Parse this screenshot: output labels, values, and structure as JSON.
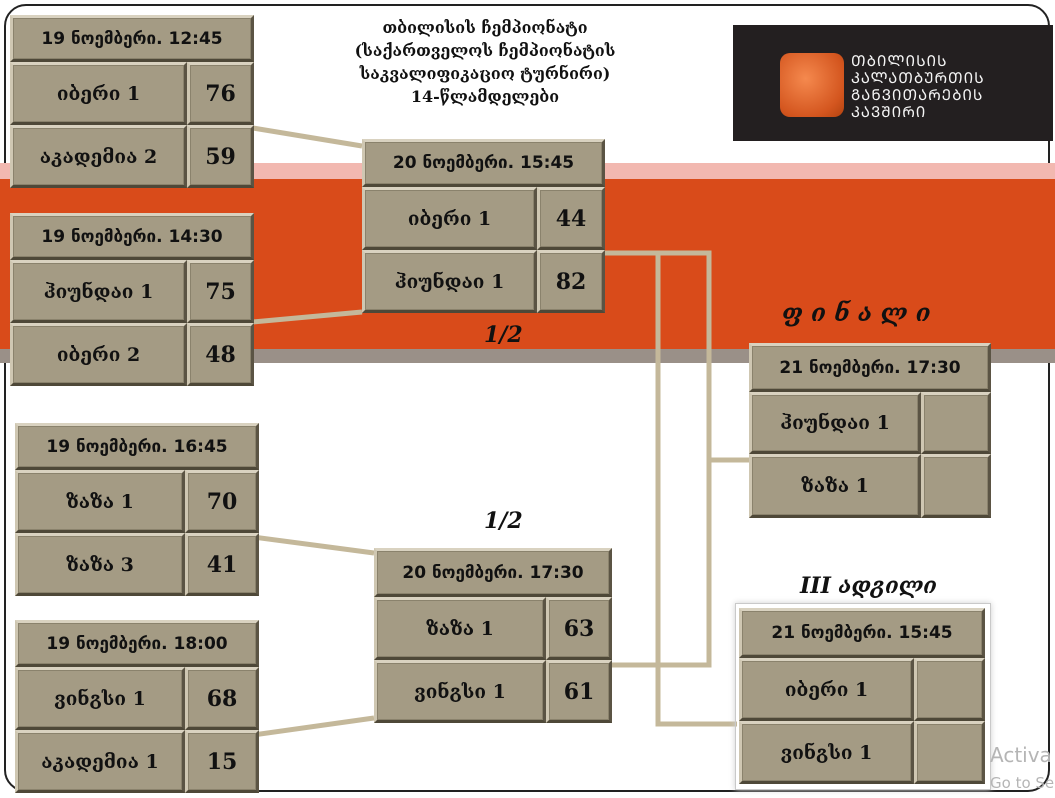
{
  "title": {
    "line1": "თბილისის ჩემპიონატი",
    "line2": "(საქართველოს ჩემპიონატის",
    "line3": "საკვალიფიკაციო ტურნირი)",
    "line4": "14-წლამდელები"
  },
  "logo": {
    "line1": "ᲗᲑᲘᲚᲘᲡᲘᲡ",
    "line2": "ᲙᲐᲚᲐᲗᲑᲣᲠᲗᲘᲡ",
    "line3": "ᲒᲐᲜᲕᲘᲗᲐᲠᲔᲑᲘᲡ",
    "line4": "ᲙᲐᲕᲨᲘᲠᲘ"
  },
  "labels": {
    "semi_top": "1/2",
    "semi_bottom": "1/2",
    "final": "ფ ი ნ ა ლ ი",
    "third": "III ადგილი"
  },
  "matches": {
    "q1": {
      "date": "19 ნოემბერი. 12:45",
      "team1": "იბერი 1",
      "score1": "76",
      "team2": "აკადემია 2",
      "score2": "59"
    },
    "q2": {
      "date": "19 ნოემბერი. 14:30",
      "team1": "ჰიუნდაი 1",
      "score1": "75",
      "team2": "იბერი 2",
      "score2": "48"
    },
    "q3": {
      "date": "19 ნოემბერი. 16:45",
      "team1": "ზაზა 1",
      "score1": "70",
      "team2": "ზაზა 3",
      "score2": "41"
    },
    "q4": {
      "date": "19 ნოემბერი. 18:00",
      "team1": "ვინგსი 1",
      "score1": "68",
      "team2": "აკადემია 1",
      "score2": "15"
    },
    "s1": {
      "date": "20 ნოემბერი. 15:45",
      "team1": "იბერი 1",
      "score1": "44",
      "team2": "ჰიუნდაი 1",
      "score2": "82"
    },
    "s2": {
      "date": "20 ნოემბერი. 17:30",
      "team1": "ზაზა 1",
      "score1": "63",
      "team2": "ვინგსი 1",
      "score2": "61"
    },
    "final": {
      "date": "21 ნოემბერი. 17:30",
      "team1": "ჰიუნდაი 1",
      "score1": "",
      "team2": "ზაზა 1",
      "score2": ""
    },
    "third": {
      "date": "21 ნოემბერი. 15:45",
      "team1": "იბერი 1",
      "score1": "",
      "team2": "ვინგსი 1",
      "score2": ""
    }
  },
  "watermark": {
    "line1": "Activa",
    "line2": "Go to Se"
  },
  "colors": {
    "cell": "#a49b84",
    "band": "#d94b1a",
    "line": "#c4b89a"
  }
}
